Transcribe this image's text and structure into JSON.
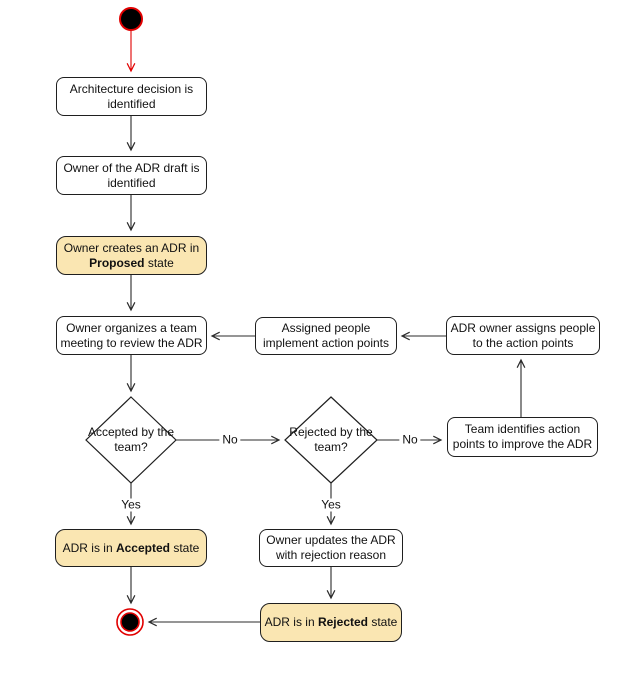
{
  "colors": {
    "background": "#ffffff",
    "node_fill": "#ffffff",
    "highlight_fill": "#fae6b2",
    "node_border": "#1f1f1f",
    "connector": "#2b2b2b",
    "start_end_red": "#e10000",
    "start_end_fill": "#000000"
  },
  "nodes": {
    "architecture_decision": {
      "text": "Architecture decision is identified"
    },
    "owner_draft": {
      "text": "Owner of the ADR draft is identified"
    },
    "create_adr": {
      "pre": "Owner creates an ADR in ",
      "bold": "Proposed",
      "post": " state"
    },
    "team_meeting": {
      "text": "Owner organizes a team meeting to review the ADR"
    },
    "accepted_q": {
      "text": "Accepted by the team?"
    },
    "rejected_q": {
      "text": "Rejected by the team?"
    },
    "team_identifies": {
      "text": "Team identifies action points to improve the ADR"
    },
    "owner_assigns": {
      "text": "ADR owner assigns people to the action points"
    },
    "assigned_implement": {
      "text": "Assigned people implement action points"
    },
    "adr_accepted": {
      "pre": "ADR is in ",
      "bold": "Accepted",
      "post": " state"
    },
    "owner_updates": {
      "text": "Owner updates the ADR with rejection reason"
    },
    "adr_rejected": {
      "pre": "ADR is in ",
      "bold": "Rejected",
      "post": " state"
    }
  },
  "edge_labels": {
    "accepted_yes": "Yes",
    "accepted_no": "No",
    "rejected_yes": "Yes",
    "rejected_no": "No"
  }
}
